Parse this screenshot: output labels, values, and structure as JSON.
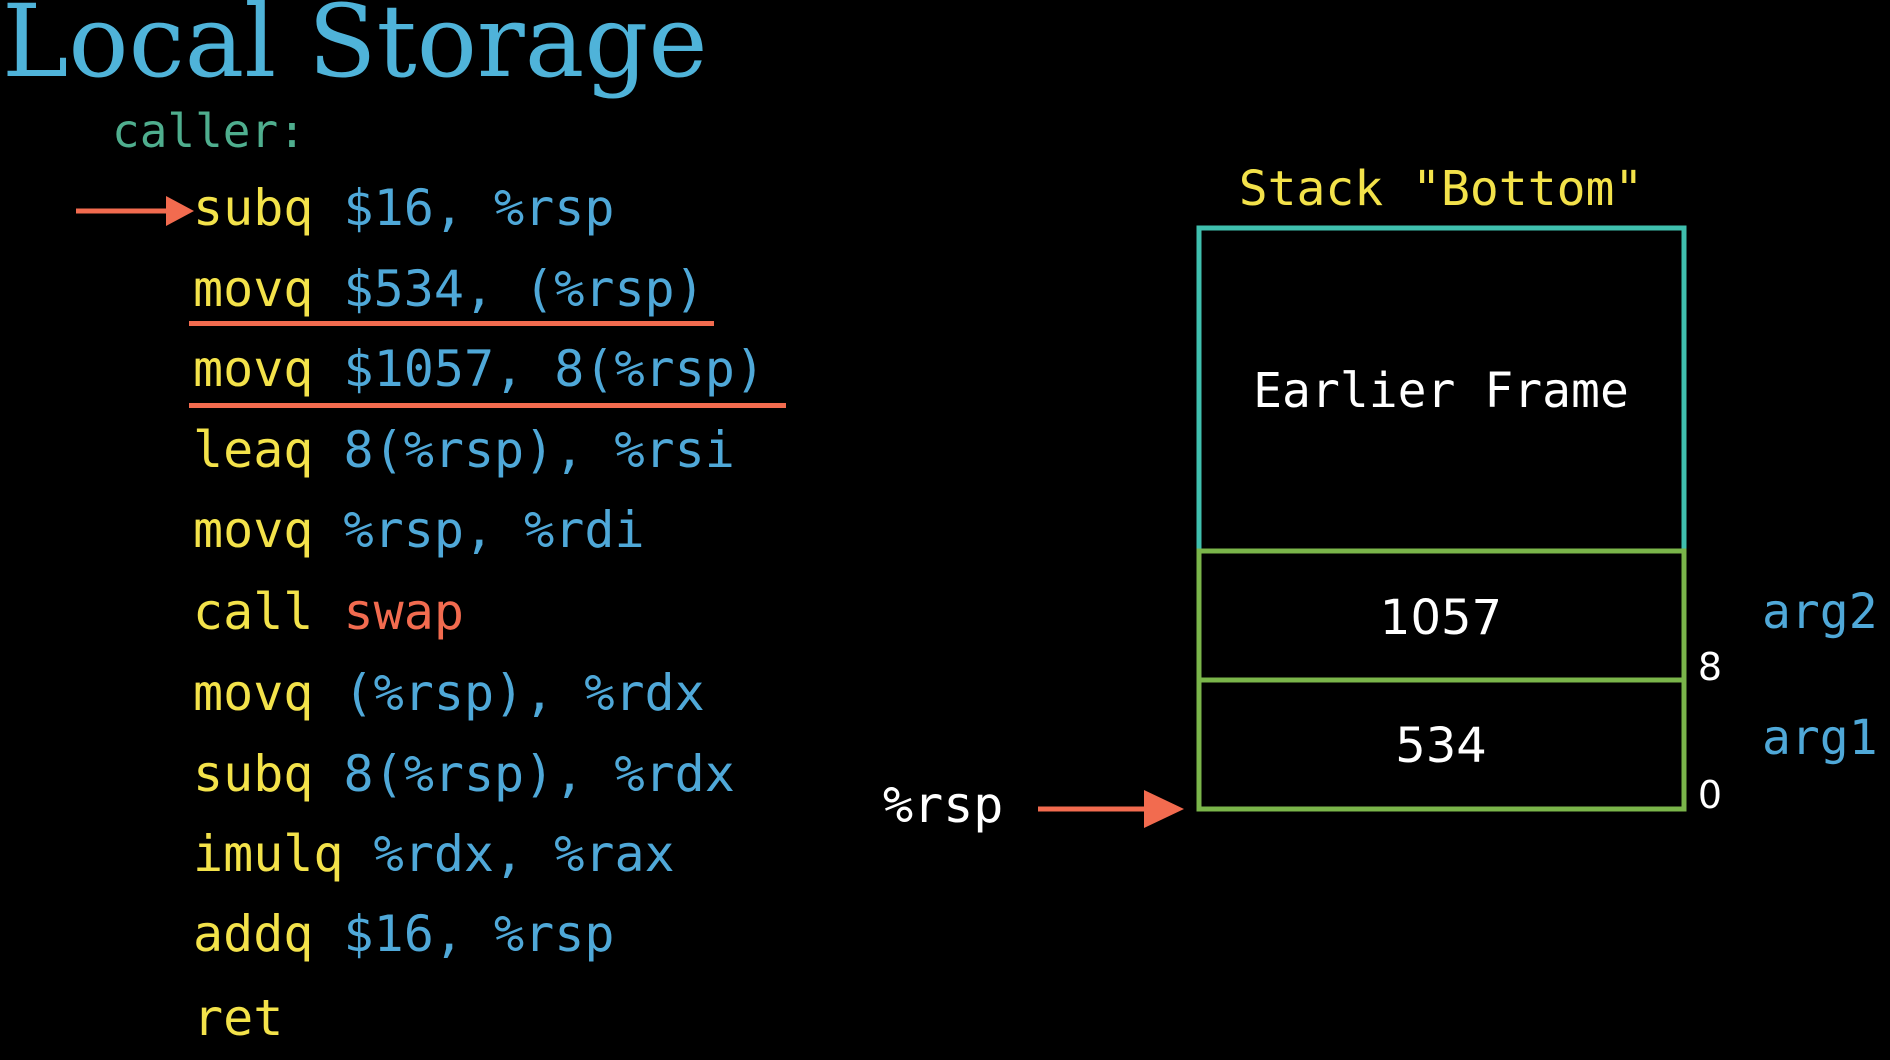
{
  "title": "Local Storage",
  "code": {
    "label": "caller:",
    "lines": [
      {
        "op": "subq",
        "args": "$16, %rsp",
        "fn": ""
      },
      {
        "op": "movq",
        "args": "$534, (%rsp)",
        "fn": ""
      },
      {
        "op": "movq",
        "args": "$1057, 8(%rsp)",
        "fn": ""
      },
      {
        "op": "leaq",
        "args": "8(%rsp), %rsi",
        "fn": ""
      },
      {
        "op": "movq",
        "args": "%rsp, %rdi",
        "fn": ""
      },
      {
        "op": "call",
        "args": "",
        "fn": "swap"
      },
      {
        "op": "movq",
        "args": "(%rsp), %rdx",
        "fn": ""
      },
      {
        "op": "subq",
        "args": "8(%rsp), %rdx",
        "fn": ""
      },
      {
        "op": "imulq",
        "args": "%rdx, %rax",
        "fn": ""
      },
      {
        "op": "addq",
        "args": "$16, %rsp",
        "fn": ""
      },
      {
        "op": "ret",
        "args": "",
        "fn": ""
      }
    ],
    "current_line_index": 0,
    "underlined_line_indices": [
      1,
      2
    ]
  },
  "stack": {
    "title": "Stack \"Bottom\"",
    "frame_label": "Earlier Frame",
    "cells": [
      {
        "value": "1057",
        "arg_label": "arg2",
        "offset_label": "8"
      },
      {
        "value": "534",
        "arg_label": "arg1",
        "offset_label": "0"
      }
    ],
    "pointer_label": "%rsp"
  },
  "colors": {
    "background": "#000000",
    "title": "#4fb3d9",
    "label": "#4fae8e",
    "op": "#f3e24a",
    "arg": "#4fa8d8",
    "function": "#f26b4f",
    "arrow": "#f26b4f",
    "stack_title": "#f3e24a",
    "frame_border": "#3fbfae",
    "cell_border": "#7ab54a",
    "stack_text": "#ffffff",
    "arg_label": "#4fa8d8"
  },
  "icons": {
    "current_instruction": "arrow-right-icon",
    "stack_pointer": "arrow-right-icon"
  }
}
